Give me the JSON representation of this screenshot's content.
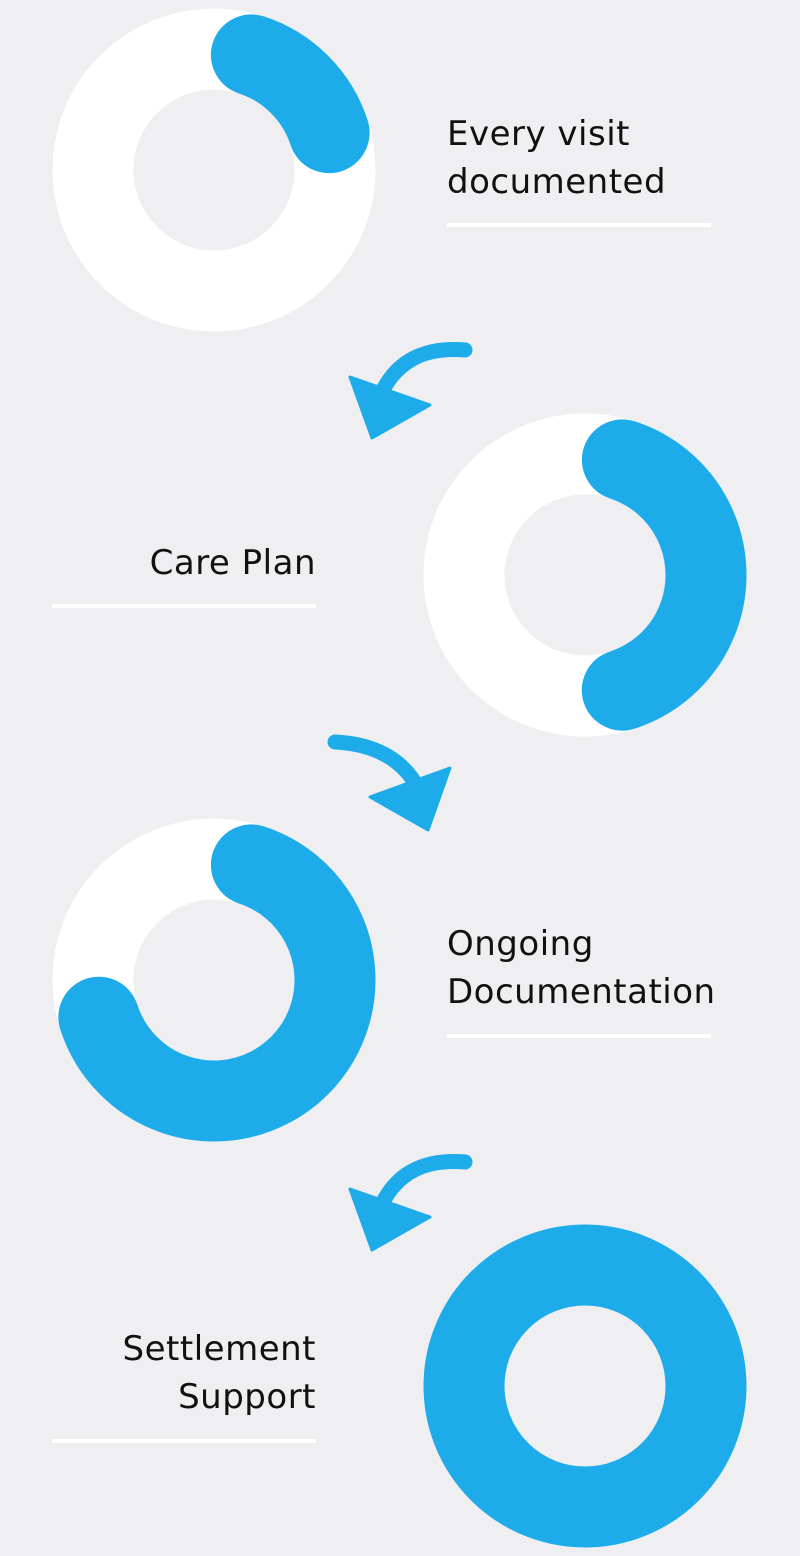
{
  "colors": {
    "accent": "#1eabe9",
    "ring_track": "#ffffff",
    "background": "#efeff1"
  },
  "steps": [
    {
      "lines": [
        "Every visit",
        "documented"
      ],
      "progress": 0.25
    },
    {
      "lines": [
        "Care Plan"
      ],
      "progress": 0.5
    },
    {
      "lines": [
        "Ongoing",
        "Documentation"
      ],
      "progress": 0.75
    },
    {
      "lines": [
        "Settlement",
        "Support"
      ],
      "progress": 1.0
    }
  ],
  "arrows": [
    "curved-arrow-down-left",
    "curved-arrow-down-right",
    "curved-arrow-down-left"
  ]
}
